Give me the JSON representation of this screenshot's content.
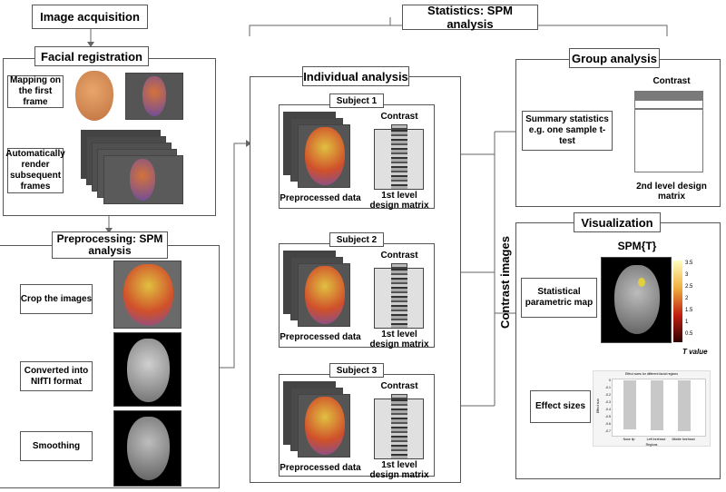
{
  "image_acquisition": "Image acquisition",
  "facial_registration": "Facial registration",
  "mapping_label": "Mapping on the first frame",
  "render_label": "Automatically render subsequent frames",
  "preprocessing_title": "Preprocessing: SPM analysis",
  "crop_label": "Crop the images",
  "nifti_label": "Converted into NIfTI format",
  "smoothing_label": "Smoothing",
  "statistics_title": "Statistics: SPM analysis",
  "individual_title": "Individual analysis",
  "subjects": [
    {
      "name": "Subject 1",
      "contrast": "Contrast",
      "preprocessed": "Preprocessed data",
      "matrix": "1st level design matrix"
    },
    {
      "name": "Subject 2",
      "contrast": "Contrast",
      "preprocessed": "Preprocessed data",
      "matrix": "1st level design matrix"
    },
    {
      "name": "Subject 3",
      "contrast": "Contrast",
      "preprocessed": "Preprocessed data",
      "matrix": "1st level design matrix"
    }
  ],
  "contrast_images": "Contrast images",
  "group_title": "Group analysis",
  "group_contrast": "Contrast",
  "summary_stats": "Summary statistics e.g. one sample t-test",
  "second_level": "2nd level design matrix",
  "visualization_title": "Visualization",
  "spm_t": "SPM{T}",
  "stat_map": "Statistical parametric map",
  "t_value": "T value",
  "colorbar_ticks": [
    "3.5",
    "3",
    "2.5",
    "2",
    "1.5",
    "1",
    "0.5"
  ],
  "effect_sizes": "Effect sizes",
  "effect_chart_title": "Effect sizes for different facial regions",
  "effect_chart_xlabel": "Regions",
  "effect_chart_ylabel": "Effect size",
  "effect_chart_ticks": [
    "0",
    "-0.1",
    "-0.2",
    "-0.3",
    "-0.4",
    "-0.5",
    "-0.6",
    "-0.7"
  ],
  "effect_chart_categories": [
    "Nose tip",
    "Left forehead",
    "Middle forehead"
  ],
  "colors": {
    "border": "#555555",
    "line": "#666666",
    "face_warm": "#c8432a",
    "face_skin": "#d9a066"
  }
}
